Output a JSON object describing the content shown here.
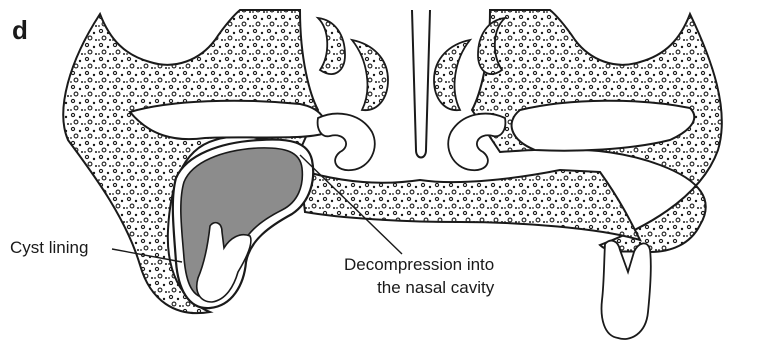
{
  "panel_letter": "d",
  "labels": {
    "cyst_lining": "Cyst lining",
    "decompression_line1": "Decompression into",
    "decompression_line2": "the nasal cavity"
  },
  "colors": {
    "outline": "#1a1a1a",
    "bone_fill": "#f2f2f2",
    "cyst_fill": "#8c8c8c",
    "tooth_fill": "#ffffff",
    "cavity_fill": "#ffffff"
  }
}
